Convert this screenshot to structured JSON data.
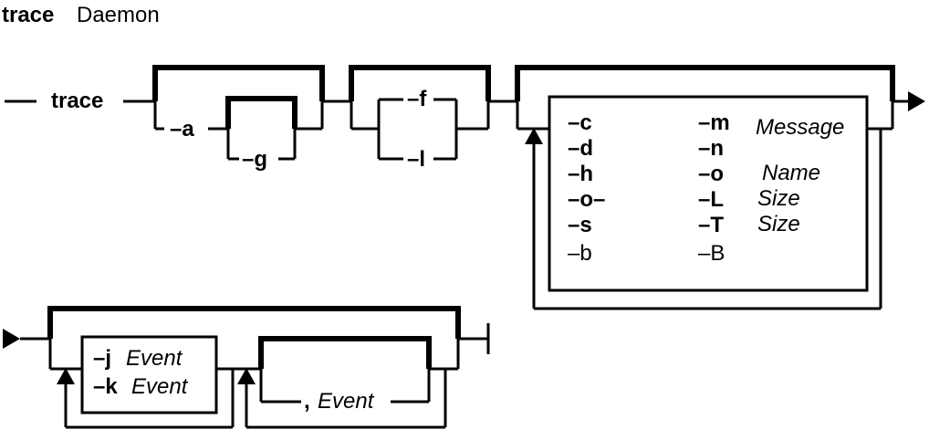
{
  "title": {
    "command": "trace",
    "kind": "Daemon"
  },
  "command": "trace",
  "group_a": {
    "a": "–a",
    "g": "–g"
  },
  "group_f": {
    "f": "–f",
    "l": "–l"
  },
  "options_left": [
    "–c",
    "–d",
    "–h",
    "–o–",
    "–s",
    "–b"
  ],
  "options_right": [
    "–m",
    "–n",
    "–o",
    "–L",
    "–T",
    "–B"
  ],
  "option_args": {
    "m": "Message",
    "o": "Name",
    "L": "Size",
    "T": "Size"
  },
  "events": {
    "j_flag": "–j",
    "j_arg": "Event",
    "k_flag": "–k",
    "k_arg": "Event",
    "comma": ",",
    "more": "Event"
  }
}
